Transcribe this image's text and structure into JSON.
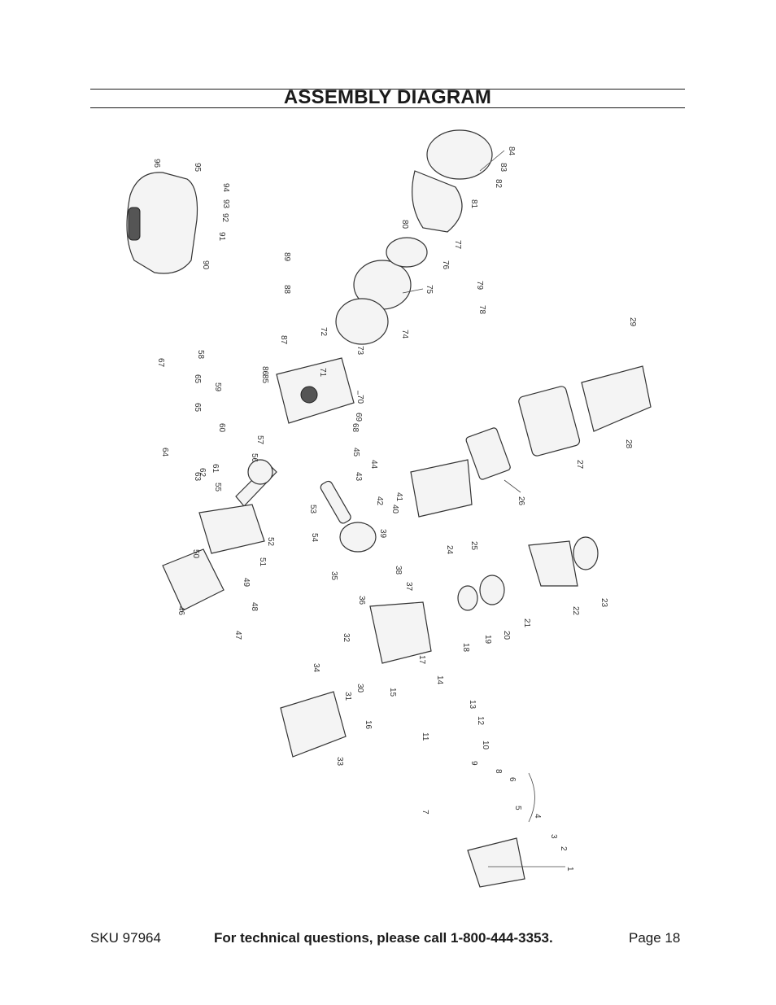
{
  "header": {
    "title": "ASSEMBLY DIAGRAM"
  },
  "footer": {
    "sku": "SKU 97964",
    "help": "For technical questions, please call 1-800-444-3353.",
    "page": "Page 18"
  },
  "part_labels": [
    "1",
    "2",
    "3",
    "4",
    "5",
    "6",
    "7",
    "8",
    "9",
    "10",
    "11",
    "12",
    "13",
    "14",
    "15",
    "16",
    "17",
    "18",
    "19",
    "20",
    "21",
    "22",
    "23",
    "24",
    "25",
    "26",
    "27",
    "28",
    "29",
    "30",
    "31",
    "32",
    "33",
    "34",
    "35",
    "36",
    "37",
    "38",
    "39",
    "40",
    "41",
    "42",
    "43",
    "44",
    "45",
    "46",
    "47",
    "48",
    "49",
    "50",
    "51",
    "52",
    "53",
    "54",
    "55",
    "56",
    "57",
    "58",
    "59",
    "60",
    "61",
    "62",
    "63",
    "64",
    "65",
    "65",
    "67",
    "68",
    "69",
    "70",
    "71",
    "72",
    "73",
    "74",
    "75",
    "76",
    "77",
    "78",
    "79",
    "80",
    "81",
    "82",
    "83",
    "84",
    "85",
    "86",
    "87",
    "88",
    "89",
    "90",
    "91",
    "92",
    "93",
    "94",
    "95",
    "96"
  ]
}
